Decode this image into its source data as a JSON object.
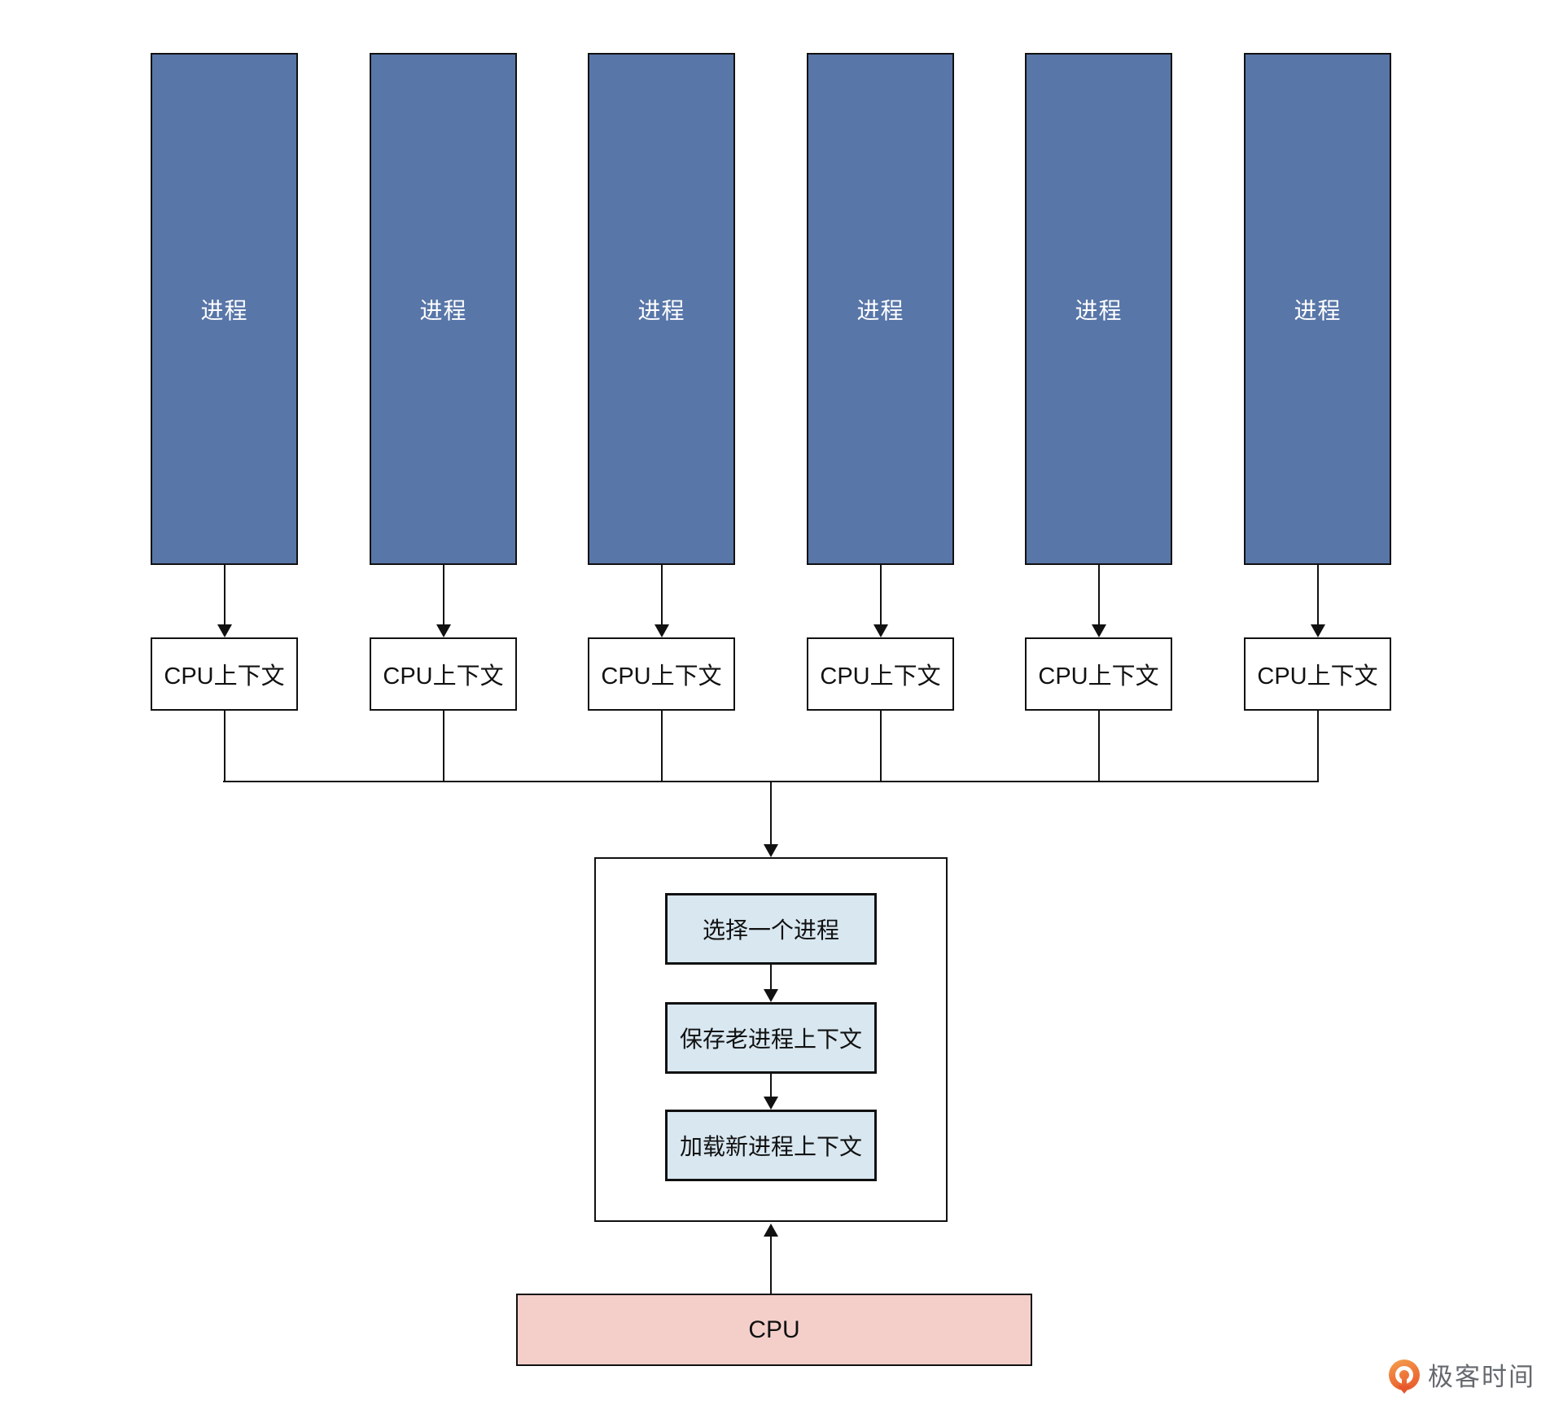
{
  "diagram": {
    "columns": [
      {
        "process_label": "进程",
        "context_label": "CPU上下文"
      },
      {
        "process_label": "进程",
        "context_label": "CPU上下文"
      },
      {
        "process_label": "进程",
        "context_label": "CPU上下文"
      },
      {
        "process_label": "进程",
        "context_label": "CPU上下文"
      },
      {
        "process_label": "进程",
        "context_label": "CPU上下文"
      },
      {
        "process_label": "进程",
        "context_label": "CPU上下文"
      }
    ],
    "scheduler": {
      "steps": [
        {
          "label": "选择一个进程"
        },
        {
          "label": "保存老进程上下文"
        },
        {
          "label": "加载新进程上下文"
        }
      ]
    },
    "cpu_label": "CPU",
    "watermark": {
      "text": "极客时间",
      "icon": "geektime-pin-icon"
    }
  },
  "colors": {
    "process_fill": "#5876a8",
    "process_text": "#ffffff",
    "context_fill": "#ffffff",
    "step_fill": "#d8e7f0",
    "cpu_fill": "#f4cfca",
    "line": "#111111",
    "logo_orange": "#ee7c3c",
    "logo_text_gray": "#65686d"
  }
}
